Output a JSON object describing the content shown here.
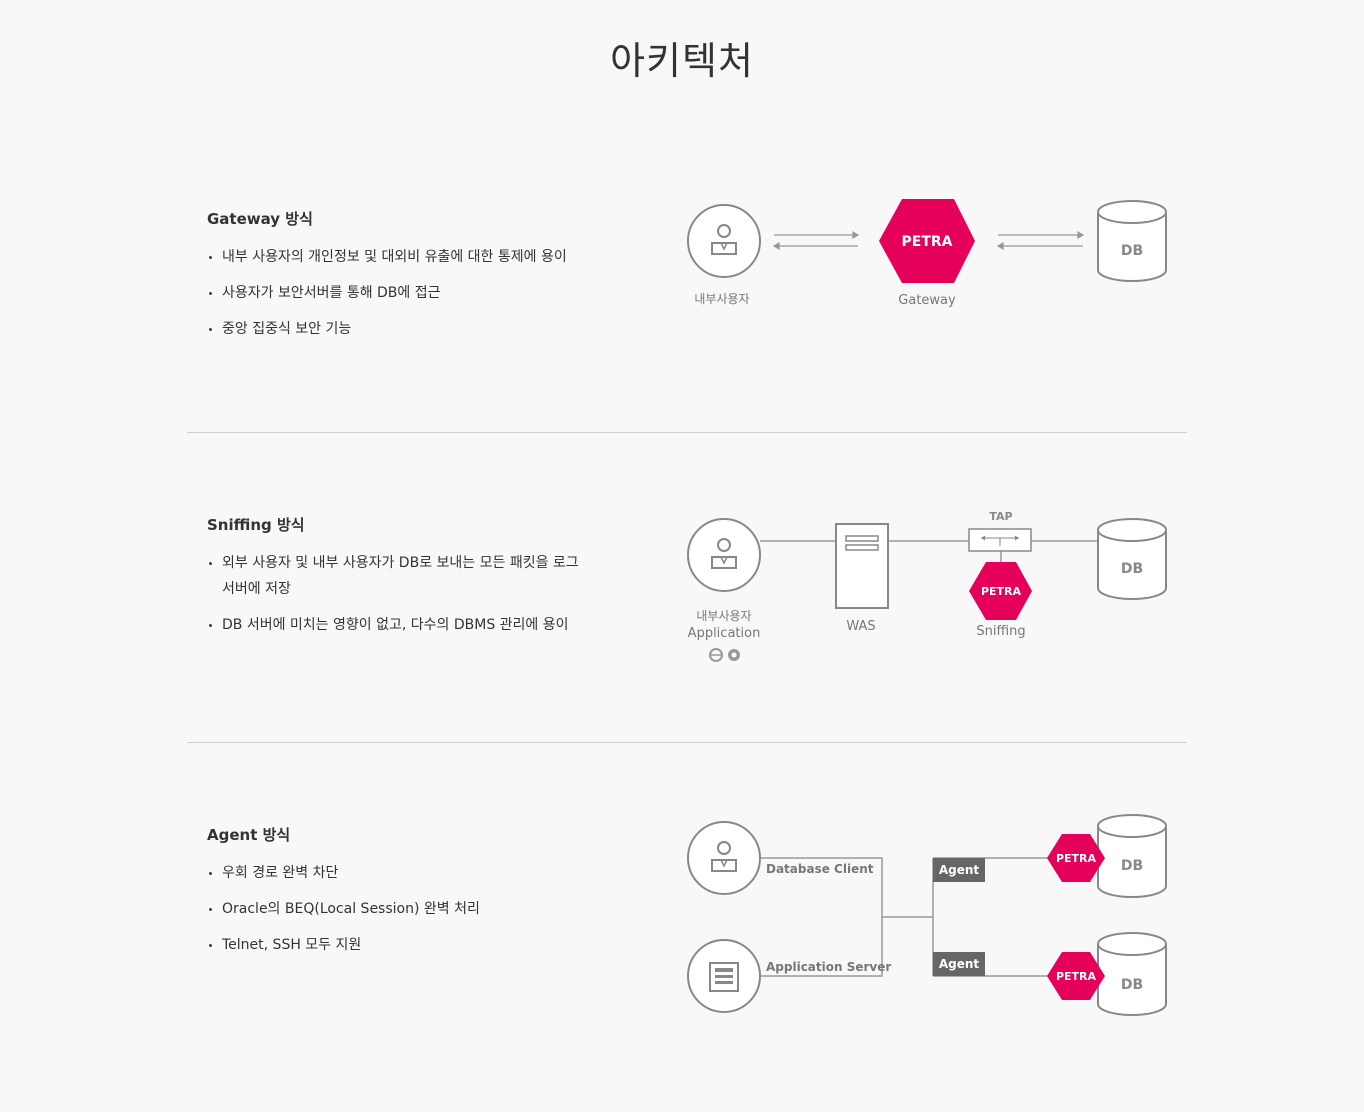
{
  "page": {
    "title": "아키텍처"
  },
  "sections": [
    {
      "title": "Gateway 방식",
      "bullets": [
        "내부 사용자의 개인정보 및 대외비 유출에 대한 통제에 용이",
        "사용자가 보안서버를 통해 DB에 접근",
        "중앙 집중식 보안 기능"
      ],
      "diagram": {
        "user_label": "내부사용자",
        "petra_label": "PETRA",
        "petra_caption": "Gateway",
        "db_label": "DB"
      }
    },
    {
      "title": "Sniffing 방식",
      "bullets": [
        "외부 사용자 및 내부 사용자가 DB로 보내는 모든 패킷을 로그서버에 저장",
        "DB 서버에 미치는 영향이 없고, 다수의 DBMS 관리에 용이"
      ],
      "diagram": {
        "user_label_1": "내부사용자",
        "user_label_2": "Application",
        "was_label": "WAS",
        "tap_label": "TAP",
        "petra_label": "PETRA",
        "petra_caption": "Sniffing",
        "db_label": "DB"
      }
    },
    {
      "title": "Agent 방식",
      "bullets": [
        "우회 경로 완벽 차단",
        "Oracle의 BEQ(Local Session) 완벽 처리",
        "Telnet, SSH 모두 지원"
      ],
      "diagram": {
        "client_label": "Database Client",
        "appserver_label": "Application Server",
        "agent_label_1": "Agent",
        "agent_label_2": "Agent",
        "petra_label_1": "PETRA",
        "petra_label_2": "PETRA",
        "db_label_1": "DB",
        "db_label_2": "DB"
      }
    }
  ],
  "colors": {
    "accent": "#e5005a",
    "line": "#9a9a9a",
    "icon": "#888888",
    "agent_box": "#666666"
  }
}
